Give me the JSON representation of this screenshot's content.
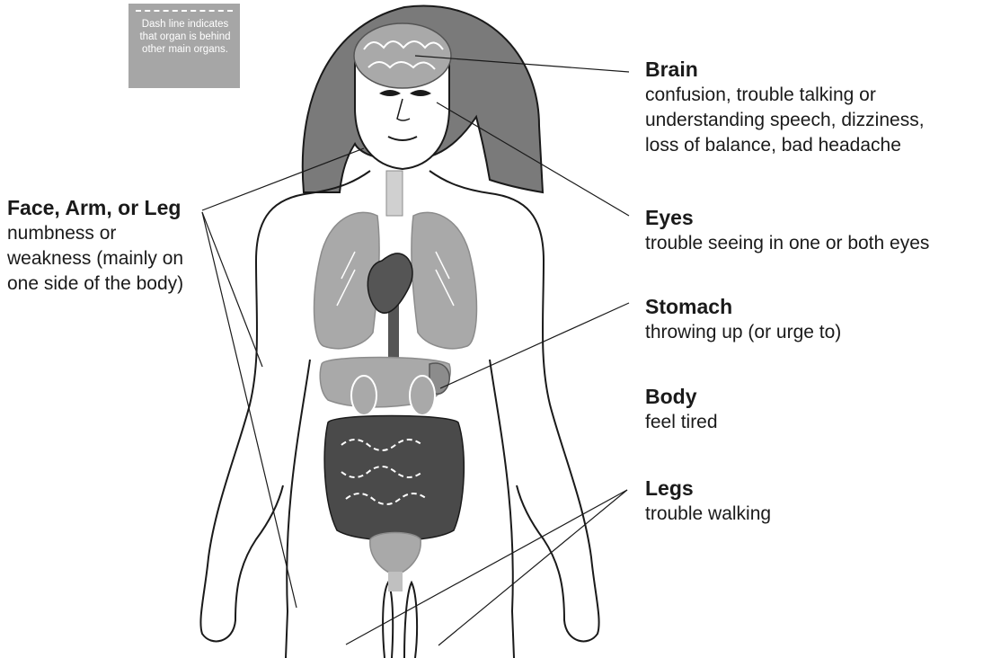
{
  "legend": {
    "text": "Dash line indicates\nthat organ is behind\nother main organs."
  },
  "callouts": {
    "brain": {
      "title": "Brain",
      "desc": "confusion, trouble talking or\nunderstanding speech, dizziness,\nloss of balance, bad headache"
    },
    "eyes": {
      "title": "Eyes",
      "desc": "trouble seeing in one or both eyes"
    },
    "stomach": {
      "title": "Stomach",
      "desc": "throwing up (or urge to)"
    },
    "body": {
      "title": "Body",
      "desc": "feel tired"
    },
    "legs": {
      "title": "Legs",
      "desc": "trouble walking"
    },
    "face_arm_leg": {
      "title": "Face, Arm, or Leg",
      "desc": "numbness or\nweakness (mainly on\none side of the body)"
    }
  },
  "colors": {
    "hair": "#7a7a7a",
    "organ_light": "#a9a9a9",
    "organ_mid": "#8c8c8c",
    "organ_dark": "#555555",
    "intestine": "#4a4a4a",
    "outline": "#1a1a1a"
  }
}
